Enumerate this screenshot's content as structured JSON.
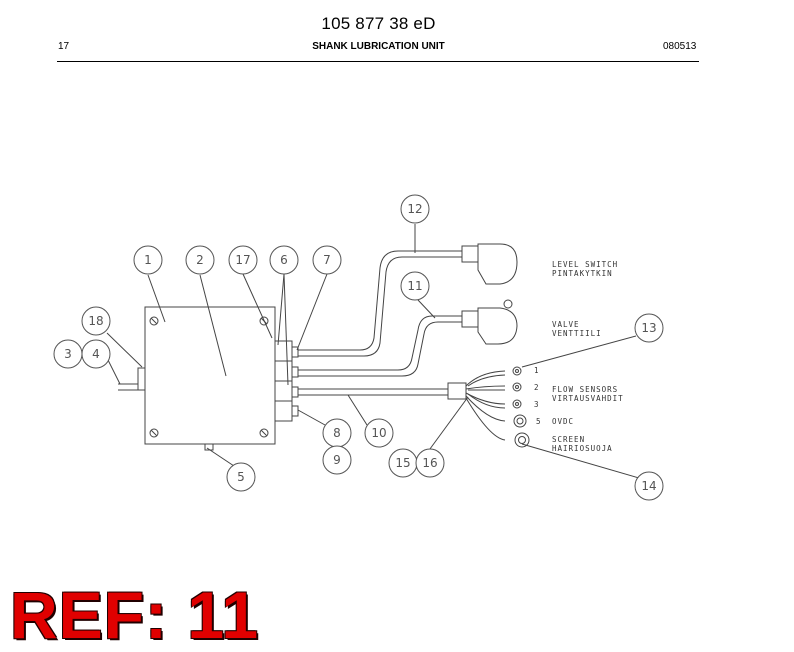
{
  "header": {
    "doc_number": "105 877 38 eD",
    "page_number": "17",
    "title": "SHANK LUBRICATION UNIT",
    "date_code": "080513"
  },
  "diagram": {
    "part_numbers": [
      "1",
      "2",
      "3",
      "4",
      "5",
      "6",
      "7",
      "8",
      "9",
      "10",
      "11",
      "12",
      "13",
      "14",
      "15",
      "16",
      "17",
      "18"
    ],
    "callouts": {
      "level_switch": [
        "LEVEL SWITCH",
        "PINTAKYTKIN"
      ],
      "valve": [
        "VALVE",
        "VENTTIILI"
      ],
      "flow_sensors": [
        "FLOW SENSORS",
        "VIRTAUSVAHDIT"
      ],
      "ovdc": "OVDC",
      "screen": [
        "SCREEN",
        "HAIRIOSUOJA"
      ]
    },
    "wire_numbers": [
      "1",
      "2",
      "3",
      "5"
    ]
  },
  "ref_label": "REF: 11",
  "colors": {
    "ref": "#e00000",
    "line": "#444444"
  }
}
